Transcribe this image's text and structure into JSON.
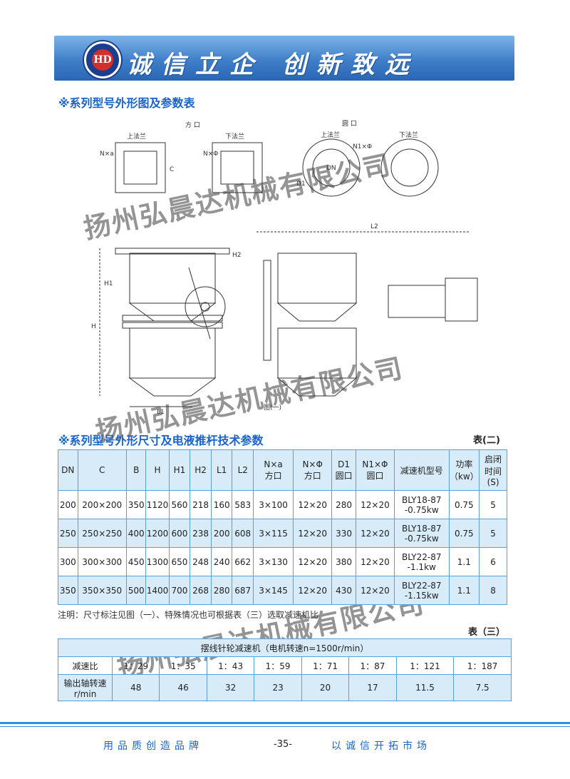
{
  "header": {
    "logo_text": "HD",
    "slogan": "诚信立企 创新致远"
  },
  "section1": {
    "title": "※系列型号外形图及参数表"
  },
  "drawing": {
    "square_label": "方  口",
    "round_label": "圆  口",
    "upper_flange": "上法兰",
    "lower_flange": "下法兰",
    "n_a": "N×a",
    "n_phi": "N×Φ",
    "n1_phi": "N1×Φ",
    "c_label": "C",
    "dn_label": "DN",
    "d1_label": "D1",
    "h_label": "H",
    "h1_label": "H1",
    "h2_label": "H2",
    "l1_label": "L1",
    "l2_label": "L2",
    "figure_caption": "图(一)"
  },
  "watermark": "扬州弘晨达机械有限公司",
  "section2": {
    "title": "※系列型号外形尺寸及电液推杆技术参数",
    "table_label": "表(二)"
  },
  "table2": {
    "headers": [
      "DN",
      "C",
      "B",
      "H",
      "H1",
      "H2",
      "L1",
      "L2",
      "N×a\n方口",
      "N×Φ\n方口",
      "D1\n圆口",
      "N1×Φ\n圆口",
      "减速机型号",
      "功率\n（kw）",
      "启闭\n时间\n(S)"
    ],
    "rows": [
      [
        "200",
        "200×200",
        "350",
        "1120",
        "560",
        "218",
        "160",
        "583",
        "3×100",
        "12×20",
        "280",
        "12×20",
        "BLY18-87\n-0.75kw",
        "0.75",
        "5"
      ],
      [
        "250",
        "250×250",
        "400",
        "1200",
        "600",
        "238",
        "200",
        "608",
        "3×115",
        "12×20",
        "330",
        "12×20",
        "BLY18-87\n-0.75kw",
        "0.75",
        "5"
      ],
      [
        "300",
        "300×300",
        "450",
        "1300",
        "650",
        "248",
        "240",
        "662",
        "3×130",
        "12×20",
        "380",
        "12×20",
        "BLY22-87\n-1.1kw",
        "1.1",
        "6"
      ],
      [
        "350",
        "350×350",
        "500",
        "1400",
        "700",
        "268",
        "280",
        "687",
        "3×145",
        "12×20",
        "430",
        "12×20",
        "BLY22-87\n-1.15kw",
        "1.1",
        "8"
      ]
    ]
  },
  "note": "注明：尺寸标注见图（一）、特殊情况也可根据表（三）选取减速机比",
  "table3": {
    "label": "表（三）",
    "title": "摆线针轮减速机（电机转速n=1500r/min）",
    "row1_label": "减速比",
    "ratios": [
      "1：29",
      "1：35",
      "1：43",
      "1：59",
      "1：71",
      "1：87",
      "1：121",
      "1：187"
    ],
    "row2_label": "输出轴转速\nr/min",
    "speeds": [
      "48",
      "46",
      "32",
      "23",
      "20",
      "17",
      "11.5",
      "7.5"
    ]
  },
  "footer": {
    "left": "用品质创造品牌",
    "page": "-35-",
    "right": "以诚信开拓市场"
  },
  "colors": {
    "accent": "#1a63c7",
    "banner": "#3f7fc9",
    "table_border": "#5aa0d8",
    "table_fill": "#d8ebf8"
  }
}
